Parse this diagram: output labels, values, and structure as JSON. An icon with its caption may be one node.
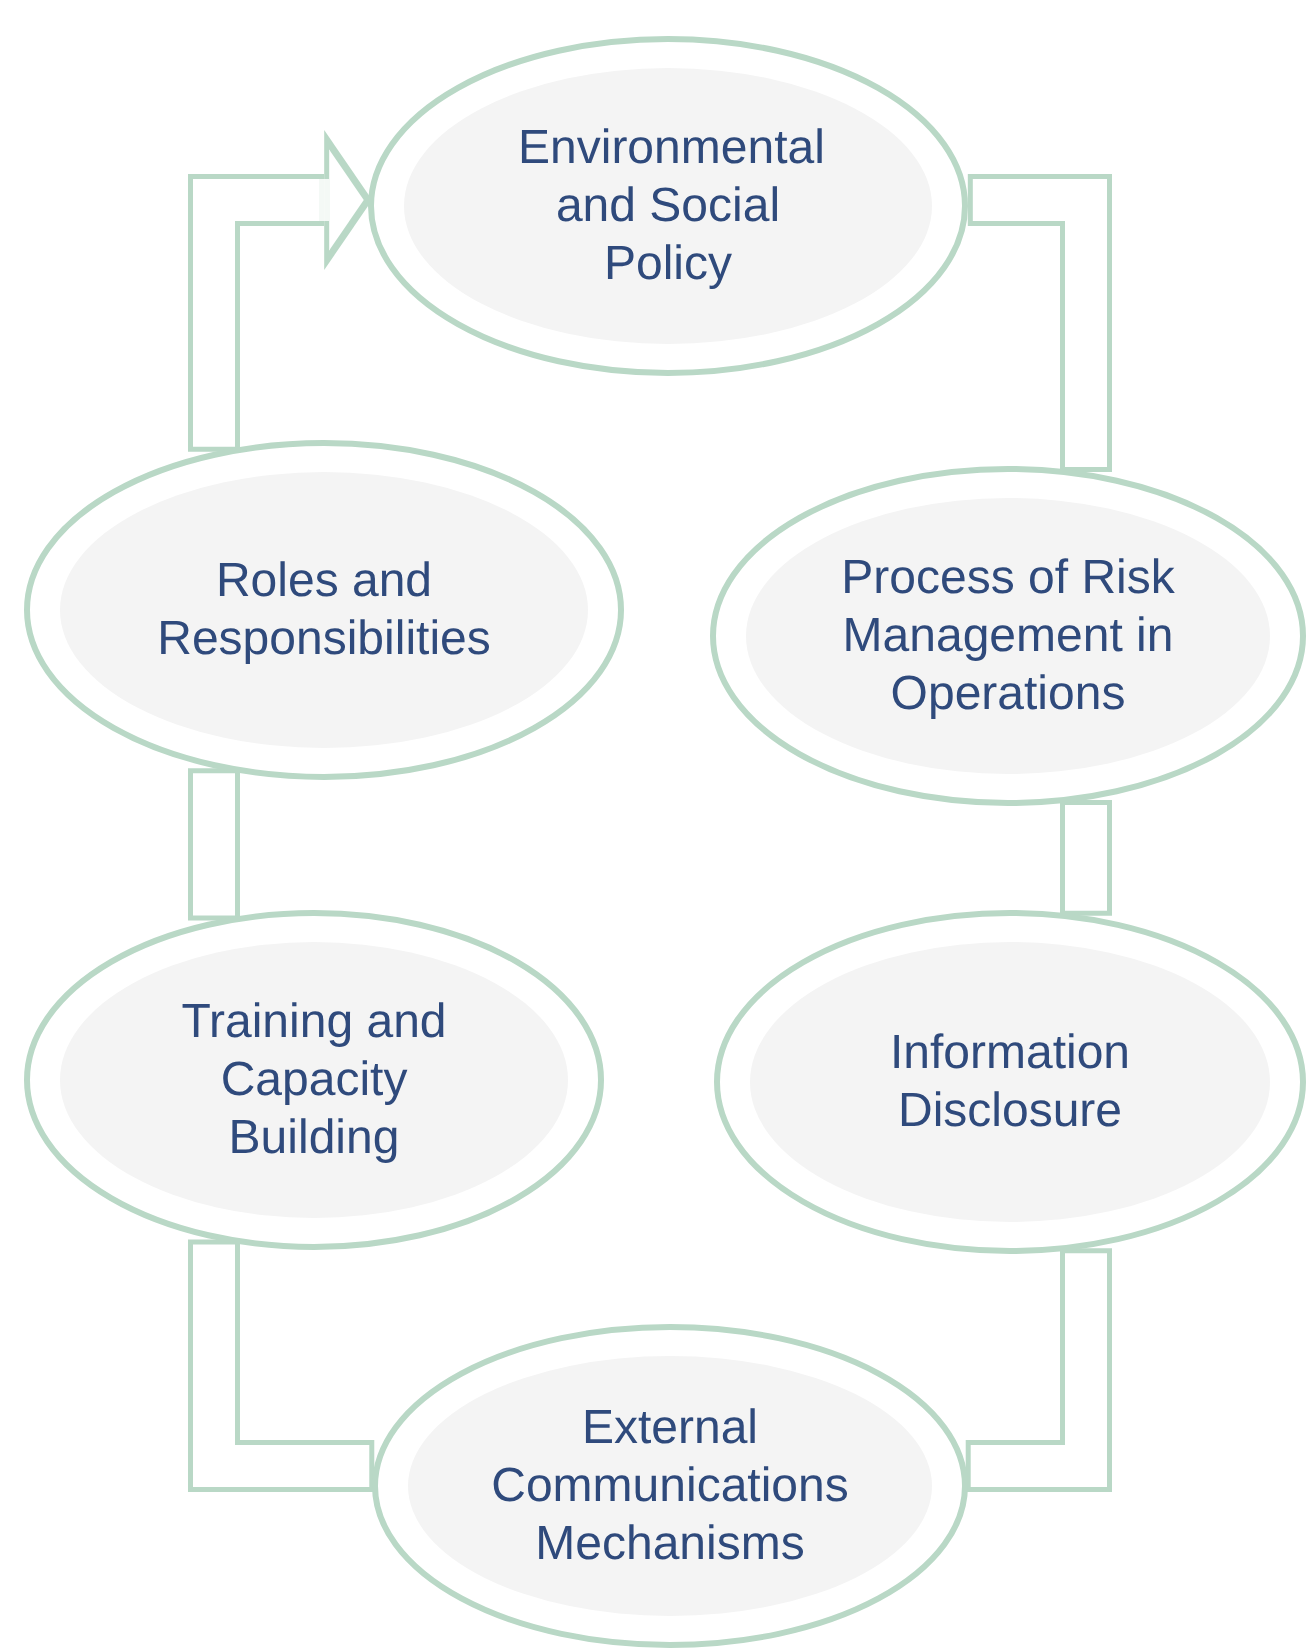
{
  "diagram": {
    "nodes": [
      {
        "text": [
          "Environmental and Social Policy"
        ]
      },
      {
        "text": [
          "Process of Risk Management in Operations"
        ]
      },
      {
        "text": [
          "Information Disclosure"
        ]
      },
      {
        "text": [
          "External Communications Mechanisms"
        ]
      },
      {
        "text": [
          "Training and Capacity Building"
        ]
      },
      {
        "text": [
          "Roles and Responsibilities"
        ]
      }
    ],
    "edges": [
      {
        "from": 0,
        "to": 1,
        "arrow": "none"
      },
      {
        "from": 1,
        "to": 2,
        "arrow": "none"
      },
      {
        "from": 2,
        "to": 3,
        "arrow": "none"
      },
      {
        "from": 3,
        "to": 4,
        "arrow": "none"
      },
      {
        "from": 4,
        "to": 5,
        "arrow": "none"
      },
      {
        "from": 5,
        "to": 0,
        "arrow": "to"
      }
    ]
  }
}
